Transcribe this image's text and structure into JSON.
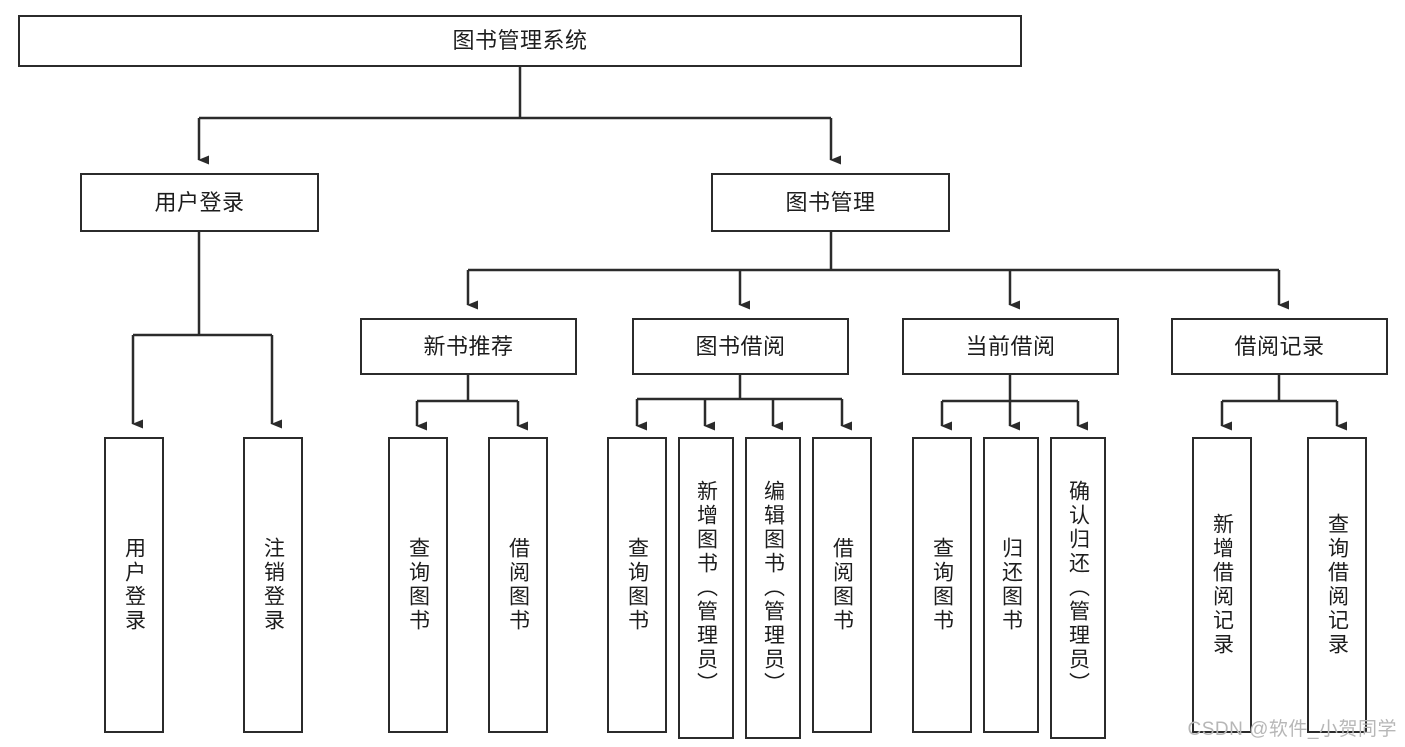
{
  "diagram": {
    "title": "图书管理系统",
    "type": "hierarchy-tree",
    "orientation": "top-down",
    "colors": {
      "background": "#ffffff",
      "box_border": "#2b2b2b",
      "box_fill": "#ffffff",
      "connector": "#2b2b2b",
      "text": "#1d1d1d",
      "watermark": "#b7b7b7"
    },
    "root": {
      "label": "图书管理系统"
    },
    "level2": [
      {
        "label": "用户登录"
      },
      {
        "label": "图书管理"
      }
    ],
    "level3": [
      {
        "label": "新书推荐"
      },
      {
        "label": "图书借阅"
      },
      {
        "label": "当前借阅"
      },
      {
        "label": "借阅记录"
      }
    ],
    "leaves": {
      "user_login": [
        {
          "label": "用户登录"
        },
        {
          "label": "注销登录"
        }
      ],
      "new_book_recommend": [
        {
          "label": "查询图书"
        },
        {
          "label": "借阅图书"
        }
      ],
      "book_borrow": [
        {
          "label": "查询图书"
        },
        {
          "label": "新增图书（管理员）"
        },
        {
          "label": "编辑图书（管理员）"
        },
        {
          "label": "借阅图书"
        }
      ],
      "current_borrow": [
        {
          "label": "查询图书"
        },
        {
          "label": "归还图书"
        },
        {
          "label": "确认归还（管理员）"
        }
      ],
      "borrow_record": [
        {
          "label": "新增借阅记录"
        },
        {
          "label": "查询借阅记录"
        }
      ]
    },
    "watermark": "CSDN @软件_小贺同学"
  }
}
